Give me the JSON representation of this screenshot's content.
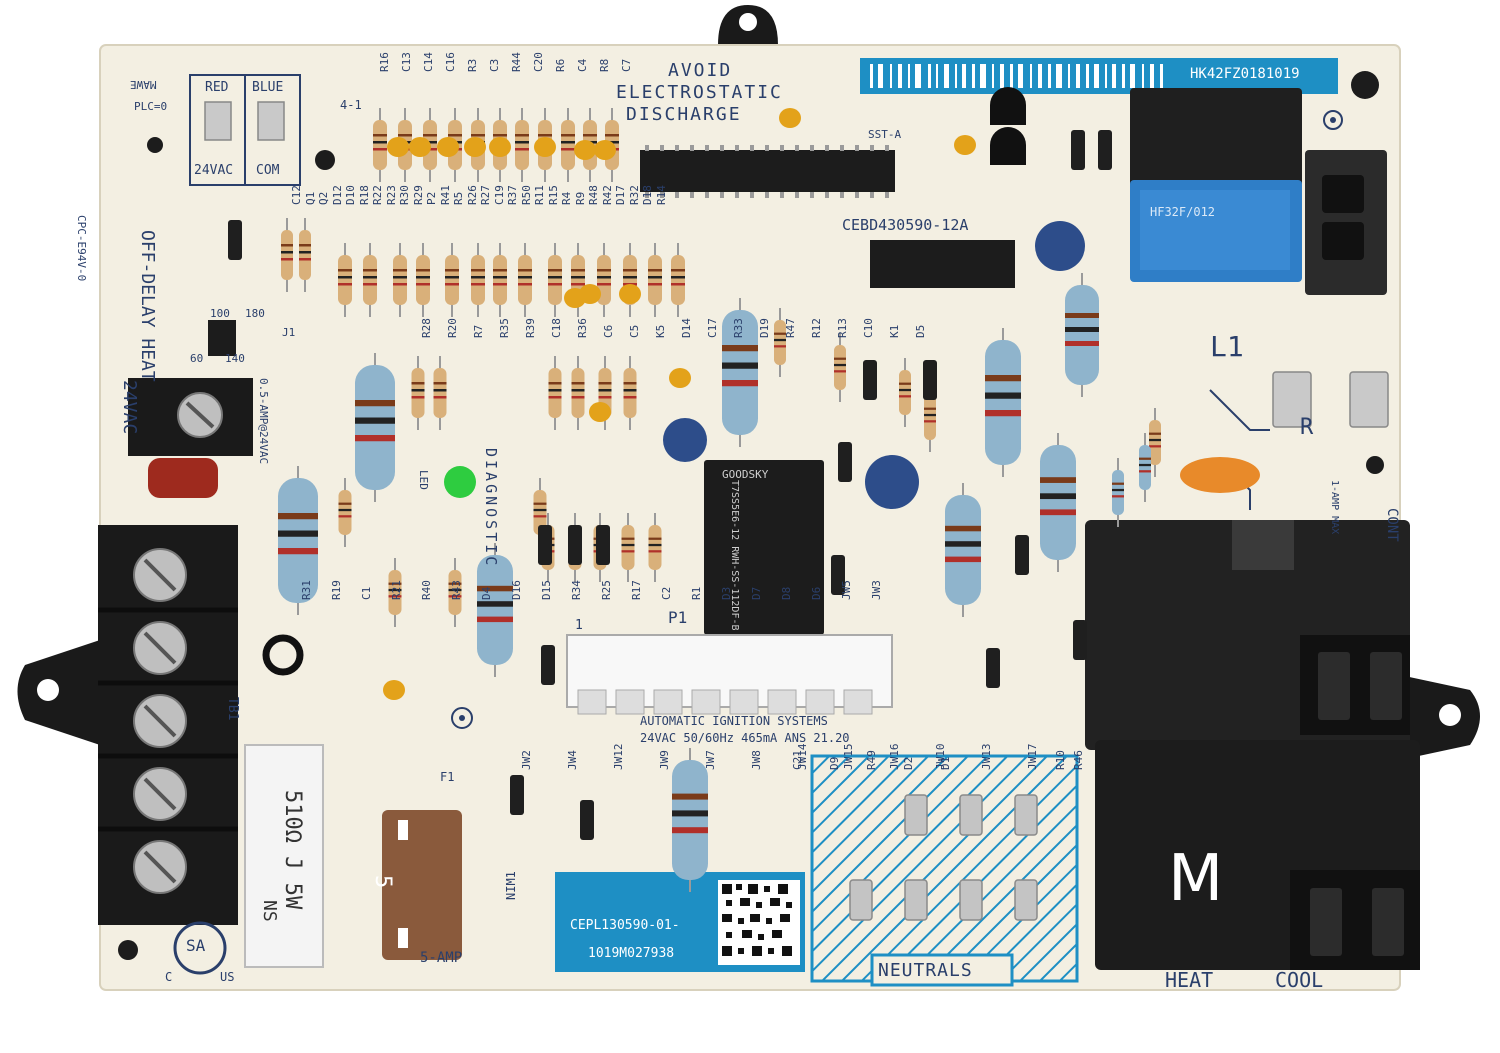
{
  "colors": {
    "board": "#f3efe2",
    "silkscreen": "#2a3f6b",
    "accent_blue": "#1e8fc4",
    "relay_black": "#1c1c1c",
    "resistor_blue": "#8fb4cc",
    "resistor_tan": "#d9b07a",
    "capacitor_orange": "#e3a21a",
    "led_green": "#2ecc40",
    "fuse_brown": "#8a5a3c"
  },
  "board": {
    "part_number": "HK42FZ0181019",
    "ic_label": "CEBD430590-12A",
    "pcb_label": "CEPL130590-01-",
    "serial": "1019M027938"
  },
  "warning": {
    "line1": "AVOID",
    "line2": "ELECTROSTATIC",
    "line3": "DISCHARGE"
  },
  "terminals": {
    "red": "RED",
    "blue": "BLUE",
    "vac": "24VAC",
    "com": "COM",
    "plc": "PLC=0",
    "mawe": "MAWE"
  },
  "labels": {
    "l1": "L1",
    "neutrals": "NEUTRALS",
    "heat": "HEAT",
    "cool": "COOL",
    "m": "M",
    "fuse_value": "5",
    "fuse_amp": "5-AMP",
    "fuse_id": "F1",
    "resistor_main": "510Ω J 5W",
    "resistor_sub": "NS",
    "amp_rating": "0.5-AMP@24VAC",
    "off_delay": "OFF-DELAY HEAT",
    "vac_24": "24VAC",
    "ignition_1": "AUTOMATIC IGNITION SYSTEMS",
    "ignition_2": "24VAC 50/60Hz 465mA ANS 21.20",
    "diagnostic": "DIAGNOSTIC",
    "led_label": "LED",
    "p1": "P1",
    "tb1": "TB1",
    "sst": "SST-A",
    "nim": "NIM1",
    "csa": "SA",
    "us": "US",
    "c": "C",
    "r": "R",
    "one": "1",
    "cont": "CONT",
    "max_amp": "1-AMP MAX",
    "cpc": "CPC-E94V-0",
    "four_one": "4-1",
    "jumper_60": "60",
    "jumper_100": "100",
    "jumper_140": "140",
    "jumper_180": "180",
    "j1": "J1",
    "relay_text": "T7SS5E6-12 RWH-SS-112DF-B",
    "relay_brand": "GOODSKY",
    "blue_relay": "HF32F/012"
  },
  "component_labels": [
    "R16",
    "C13",
    "C14",
    "C16",
    "R3",
    "C3",
    "R44",
    "C20",
    "R6",
    "C4",
    "R8",
    "C7",
    "C12",
    "Q1",
    "Q2",
    "D12",
    "D10",
    "R18",
    "R22",
    "R23",
    "R30",
    "R29",
    "P2",
    "R41",
    "R5",
    "R26",
    "R27",
    "C19",
    "R37",
    "R50",
    "R11",
    "R15",
    "R4",
    "R9",
    "R48",
    "R42",
    "D17",
    "R32",
    "D18",
    "R14",
    "R28",
    "R20",
    "R7",
    "R35",
    "R39",
    "C18",
    "R36",
    "C6",
    "C5",
    "K5",
    "D14",
    "C17",
    "R33",
    "D19",
    "R47",
    "R12",
    "R13",
    "C10",
    "K1",
    "D5",
    "R31",
    "R19",
    "C1",
    "R21",
    "R40",
    "R43",
    "D4",
    "D16",
    "D15",
    "R34",
    "R25",
    "R17",
    "C2",
    "R1",
    "D3",
    "D7",
    "D8",
    "D6",
    "JW5",
    "JW3",
    "JW2",
    "JW4",
    "JW12",
    "JW9",
    "JW7",
    "JW8",
    "JW14",
    "JW15",
    "JW16",
    "JW10",
    "JW13",
    "JW17",
    "R46",
    "D1",
    "D2",
    "R49",
    "D9",
    "C21",
    "R10"
  ]
}
